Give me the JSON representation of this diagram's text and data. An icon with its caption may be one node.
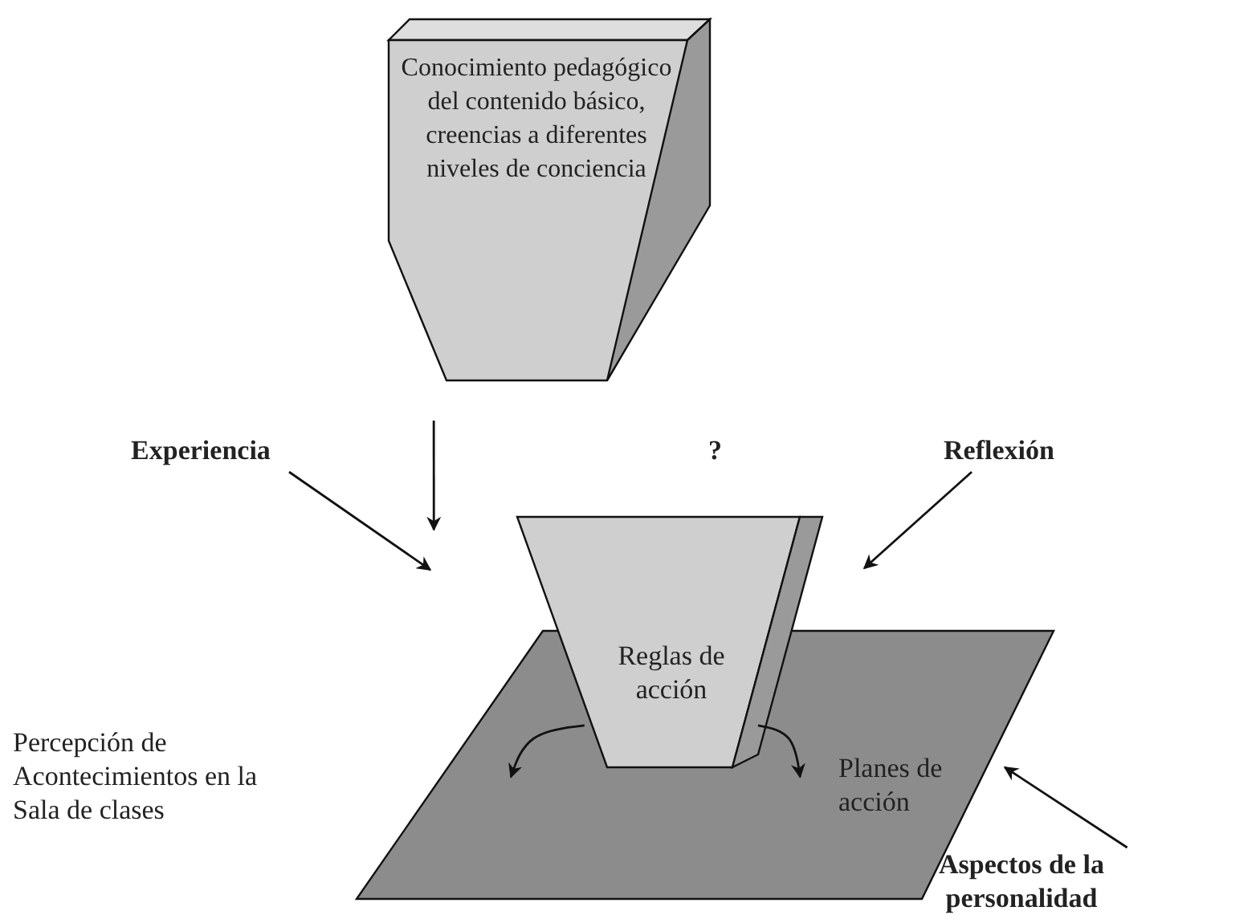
{
  "diagram": {
    "nodes": [
      {
        "text": [
          "Conocimiento pedagógico del contenido básico, creencias a diferentes niveles de conciencia"
        ]
      },
      {
        "text": [
          "Experiencia"
        ]
      },
      {
        "text": [
          "Reflexión"
        ]
      },
      {
        "text": [],
        "shape": "parallelogram"
      },
      {
        "text": [
          "Reglas de acción"
        ]
      },
      {
        "text": [
          "Aspectos de la personalidad"
        ]
      }
    ],
    "edges": [
      {
        "from": 0,
        "to": 4,
        "arrow": "to"
      },
      {
        "from": 1,
        "to": 4,
        "arrow": "to"
      },
      {
        "from": 2,
        "to": 4,
        "arrow": "to"
      },
      {
        "from": 5,
        "to": 3,
        "arrow": "to"
      },
      {
        "from": 4,
        "to": 3,
        "arrow": "to"
      },
      {
        "from": 4,
        "to": 3,
        "arrow": "to"
      }
    ],
    "labels": [
      "?",
      "Planes de acción",
      "Percepción de Acontecimientos en la Sala de clases"
    ]
  }
}
